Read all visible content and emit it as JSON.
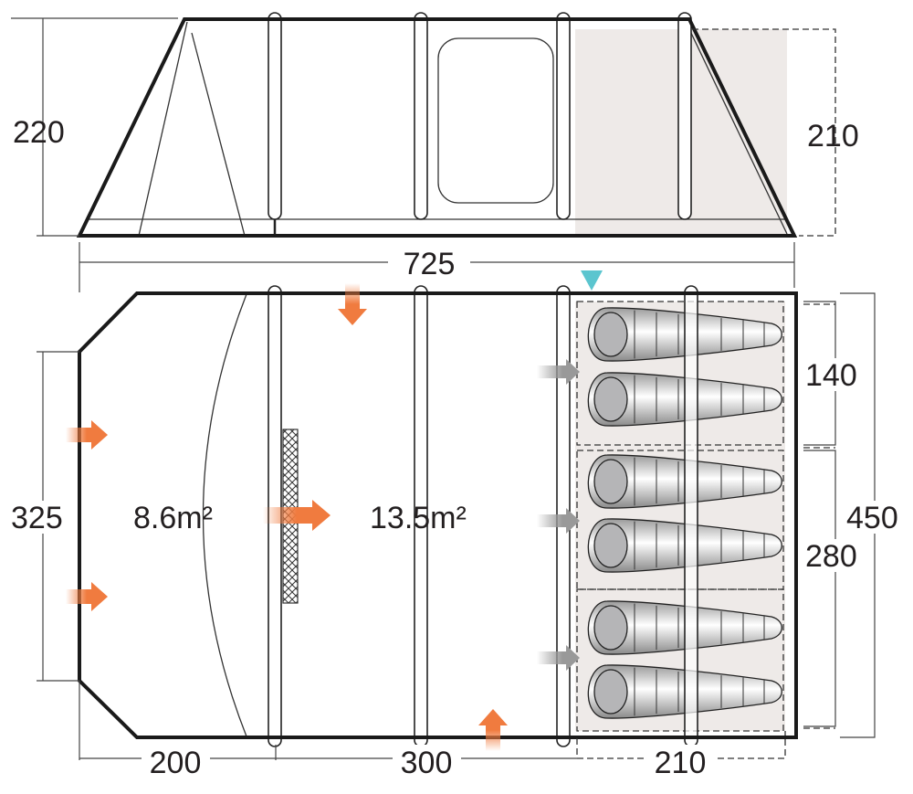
{
  "side_view": {
    "height_front": "220",
    "height_rear": "210"
  },
  "floor_plan": {
    "total_length": "725",
    "porch_width": "325",
    "porch_area": "8.6m²",
    "living_area": "13.5m²",
    "bedroom_small_width": "140",
    "bedroom_large_width": "280",
    "total_width": "450",
    "porch_length": "200",
    "living_length": "300",
    "bedroom_length": "210",
    "sleeping_bags": 6
  },
  "colors": {
    "entrance_arrow": "#f07b3f",
    "internal_arrow": "#9a9a9a",
    "marker": "#5bc5cf",
    "bedroom_fill": "#eeeae8"
  }
}
